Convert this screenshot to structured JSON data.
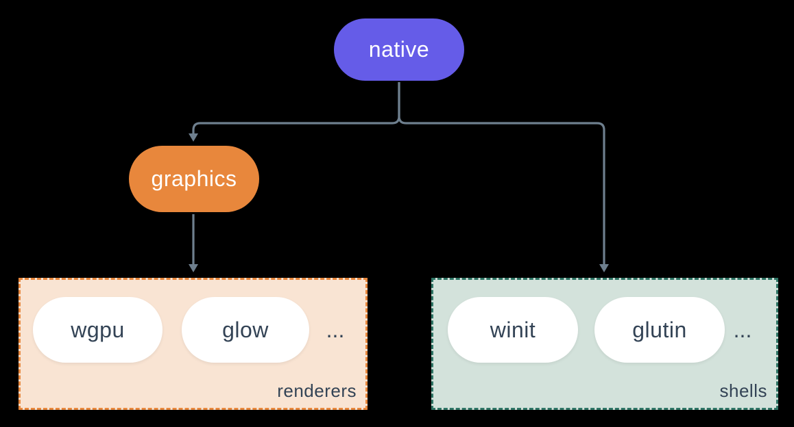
{
  "colors": {
    "background": "#000000",
    "connector": "#6e7f8e",
    "native_fill": "#655ce8",
    "graphics_fill": "#e8873c",
    "renderers_fill": "#f9e4d3",
    "renderers_border": "#e8873c",
    "shells_fill": "#d3e2db",
    "shells_border": "#2e7565",
    "pill_text_dark": "#334355",
    "pill_text_light": "#ffffff",
    "item_fill": "#ffffff"
  },
  "nodes": {
    "native": {
      "label": "native"
    },
    "graphics": {
      "label": "graphics"
    }
  },
  "groups": {
    "renderers": {
      "label": "renderers",
      "items": [
        "wgpu",
        "glow"
      ],
      "ellipsis": "..."
    },
    "shells": {
      "label": "shells",
      "items": [
        "winit",
        "glutin"
      ],
      "ellipsis": "..."
    }
  }
}
